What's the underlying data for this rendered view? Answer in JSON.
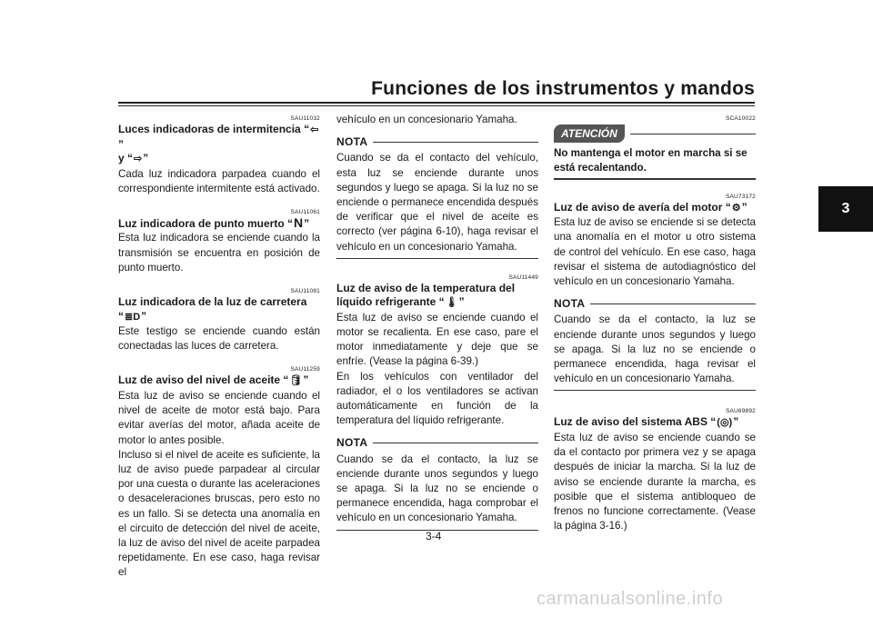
{
  "header": {
    "title": "Funciones de los instrumentos y mandos"
  },
  "side_tab": "3",
  "page_number": "3-4",
  "watermark": "carmanualsonline.info",
  "col1": {
    "s1": {
      "code": "SAU11032",
      "title_a": "Luces indicadoras de intermitencia “",
      "title_b": "”",
      "title_c": "y “",
      "title_d": "”",
      "body": "Cada luz indicadora parpadea cuando el correspondiente intermitente está activado."
    },
    "s2": {
      "code": "SAU11061",
      "title_a": "Luz indicadora de punto muerto “",
      "icon": "N",
      "title_b": "”",
      "body": "Esta luz indicadora se enciende cuando la transmisión se encuentra en posición de punto muerto."
    },
    "s3": {
      "code": "SAU11081",
      "title_a": "Luz indicadora de la luz de carretera",
      "title_b": "“",
      "title_c": "”",
      "body": "Este testigo se enciende cuando están conectadas las luces de carretera."
    },
    "s4": {
      "code": "SAU11259",
      "title_a": "Luz de aviso del nivel de aceite “",
      "title_b": "”",
      "body1": "Esta luz de aviso se enciende cuando el nivel de aceite de motor está bajo. Para evitar averías del motor, añada aceite de motor lo antes posible.",
      "body2": "Incluso si el nivel de aceite es suficiente, la luz de aviso puede parpadear al circular por una cuesta o durante las aceleraciones o desaceleraciones bruscas, pero esto no es un fallo. Si se detecta una anomalía en el circuito de detección del nivel de aceite, la luz de aviso del nivel de aceite parpadea repetidamente. En ese caso, haga revisar el"
    }
  },
  "col2": {
    "cont": "vehículo en un concesionario Yamaha.",
    "nota1": {
      "label": "NOTA",
      "body": "Cuando se da el contacto del vehículo, esta luz se enciende durante unos segundos y luego se apaga. Si la luz no se enciende o permanece encendida después de verificar que el nivel de aceite es correcto (ver página 6-10), haga revisar el vehículo en un concesionario Yamaha."
    },
    "s5": {
      "code": "SAU11449",
      "title_a": "Luz de aviso de la temperatura del líquido refrigerante “",
      "title_b": "”",
      "body1": "Esta luz de aviso se enciende cuando el motor se recalienta. En ese caso, pare el motor inmediatamente y deje que se enfríe. (Vease la página  6-39.)",
      "body2": "En los vehículos con ventilador del radiador, el o los ventiladores se activan automáticamente en función de la temperatura del líquido refrigerante."
    },
    "nota2": {
      "label": "NOTA",
      "body": "Cuando se da el contacto, la luz se enciende durante unos segundos y luego se apaga. Si la luz no se enciende o permanece encendida, haga comprobar el vehículo en un concesionario Yamaha."
    }
  },
  "col3": {
    "caution": {
      "code": "SCA10022",
      "label": "ATENCIÓN",
      "body": "No mantenga el motor en marcha si se está recalentando."
    },
    "s6": {
      "code": "SAU73172",
      "title_a": "Luz de aviso de avería del motor “",
      "title_b": "”",
      "body": "Esta luz de aviso se enciende si se detecta una anomalía en el motor u otro sistema de control del vehículo. En ese caso, haga revisar el sistema de autodiagnóstico del vehículo en un concesionario Yamaha."
    },
    "nota3": {
      "label": "NOTA",
      "body": "Cuando se da el contacto, la luz se enciende durante unos segundos y luego se apaga. Si la luz no se enciende o permanece encendida, haga revisar el vehículo en un concesionario Yamaha."
    },
    "s7": {
      "code": "SAU69892",
      "title_a": "Luz de aviso del sistema ABS “",
      "title_b": "”",
      "body": "Esta luz de aviso se enciende cuando se da el contacto por primera vez y se apaga después de iniciar la marcha. Si la luz de aviso se enciende durante la marcha, es posible que el sistema antibloqueo de frenos no funcione correctamente. (Vease la página 3-16.)"
    }
  }
}
